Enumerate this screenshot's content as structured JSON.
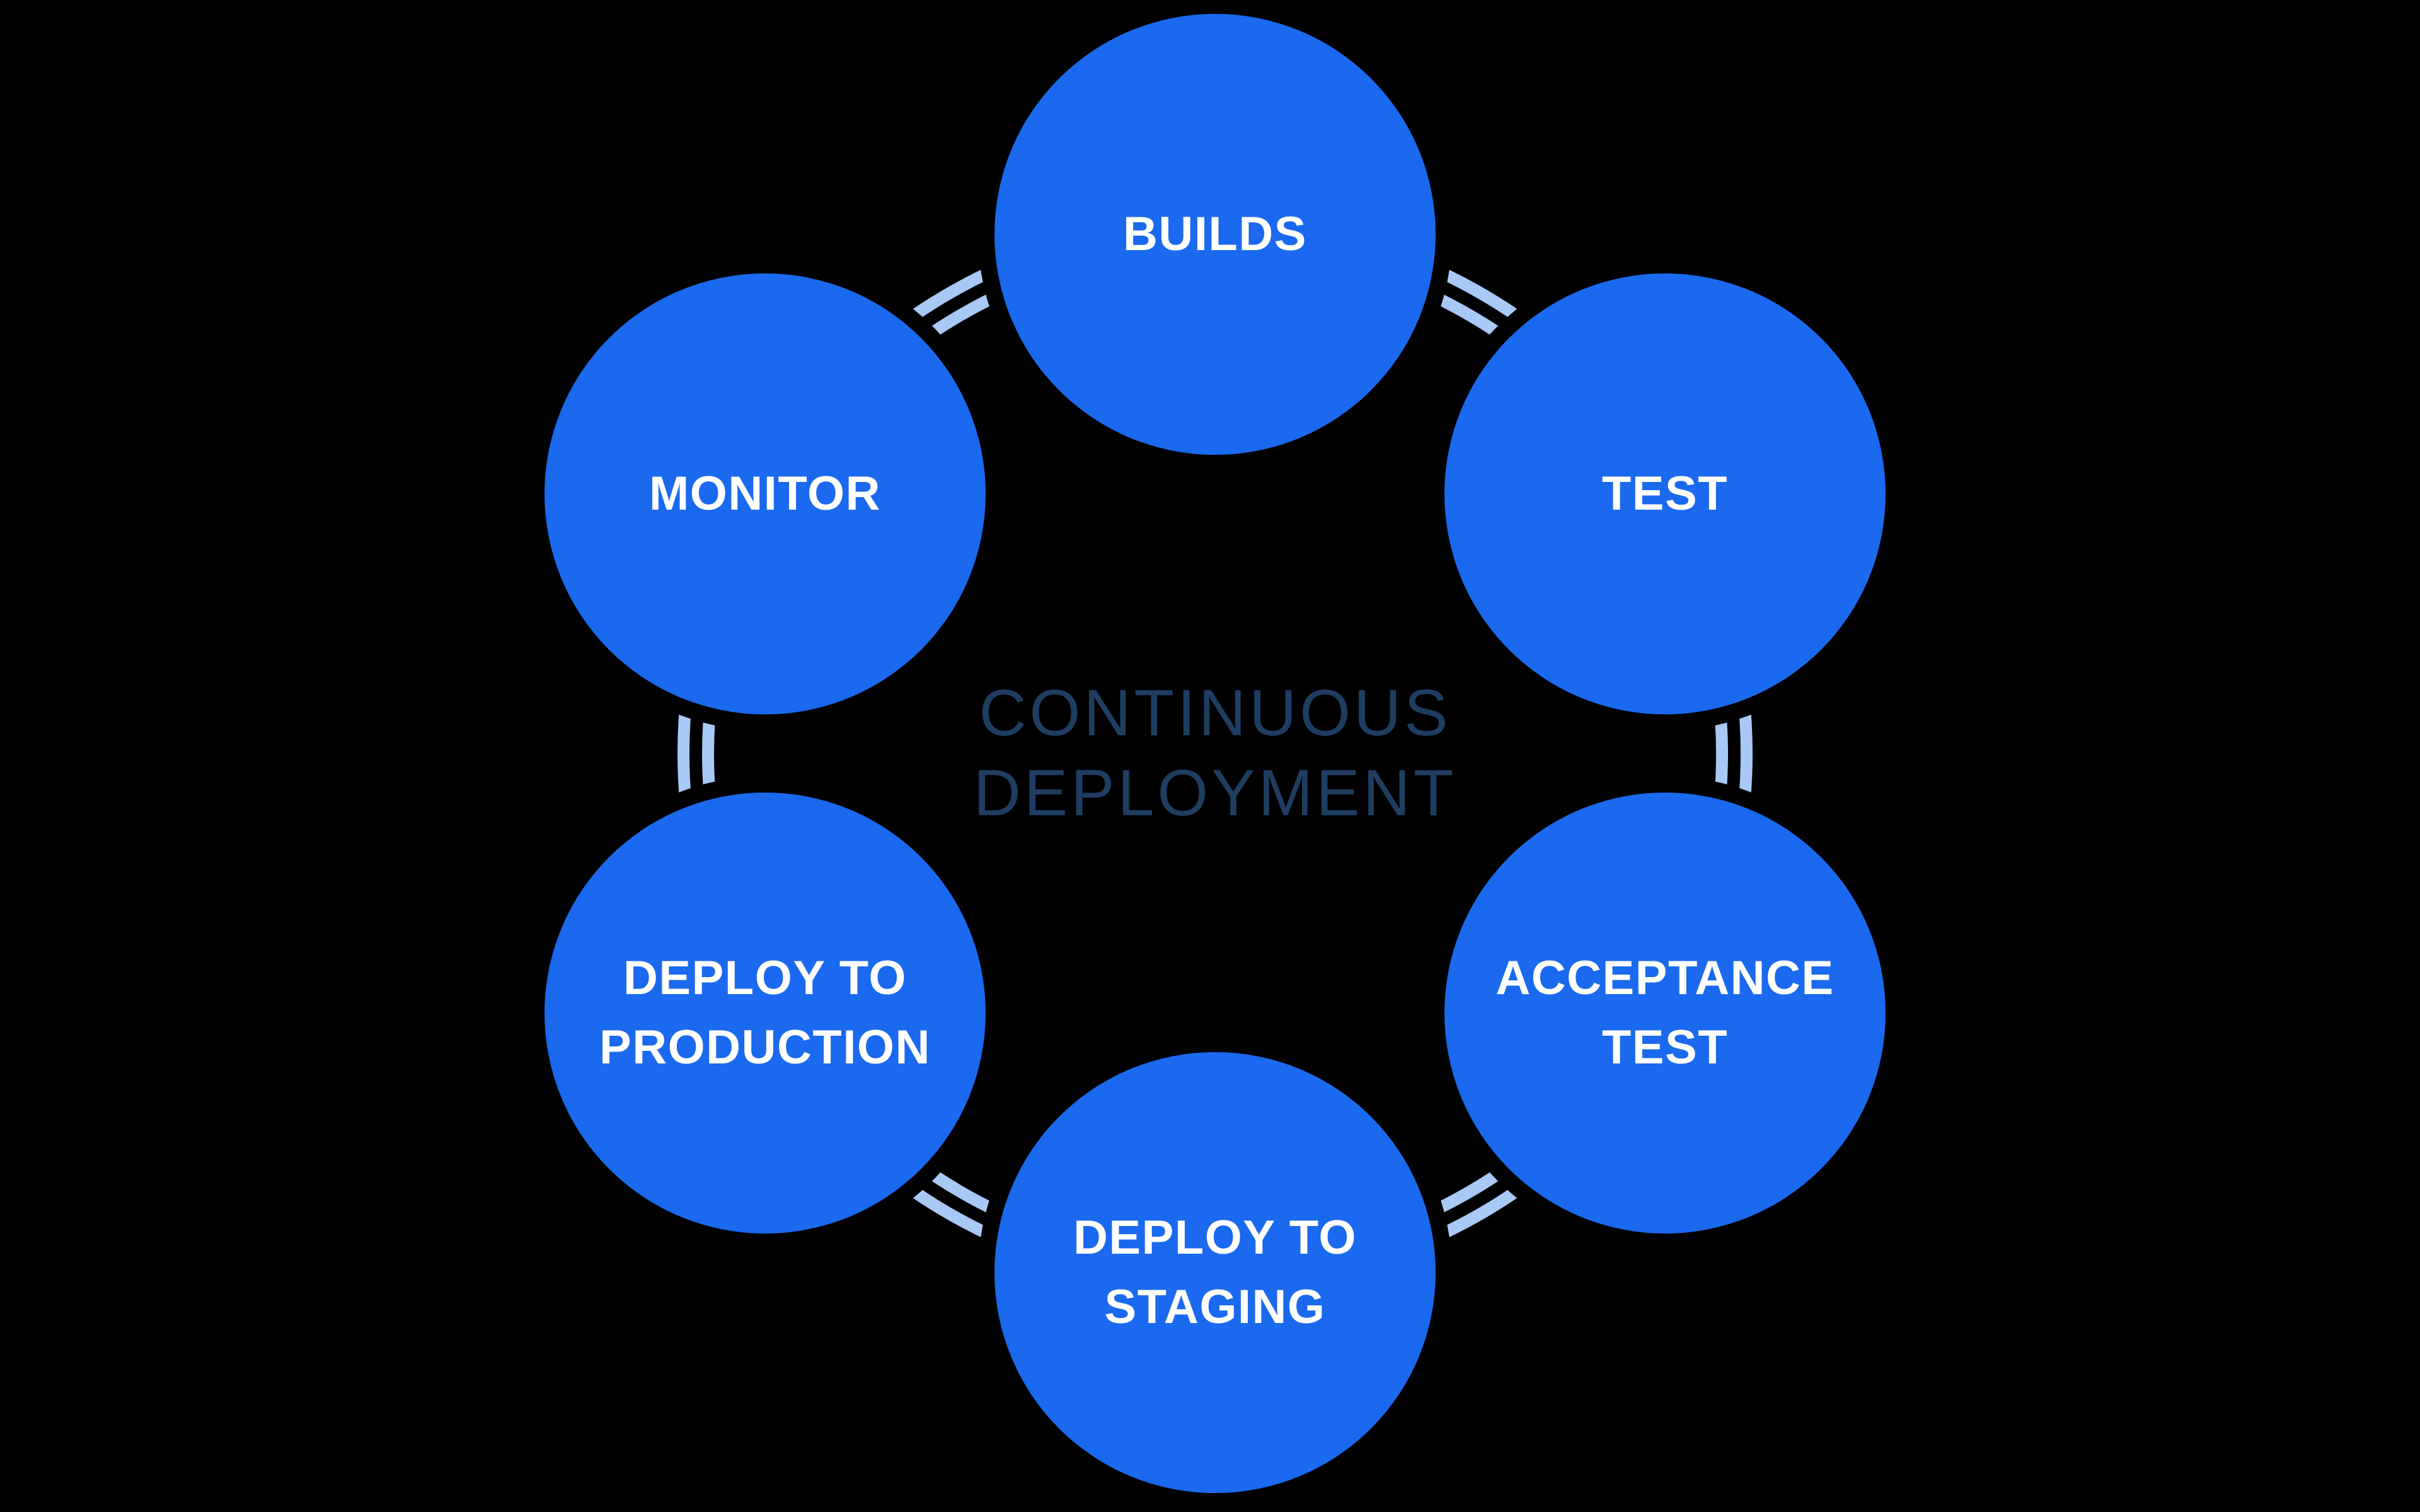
{
  "diagram": {
    "title": "CONTINUOUS\nDEPLOYMENT",
    "nodes": [
      {
        "id": "builds",
        "label": "BUILDS"
      },
      {
        "id": "test",
        "label": "TEST"
      },
      {
        "id": "acceptance-test",
        "label": "ACCEPTANCE\nTEST"
      },
      {
        "id": "deploy-to-staging",
        "label": "DEPLOY TO\nSTAGING"
      },
      {
        "id": "deploy-to-production",
        "label": "DEPLOY TO\nPRODUCTION"
      },
      {
        "id": "monitor",
        "label": "MONITOR"
      }
    ],
    "colors": {
      "background": "#000000",
      "node_fill": "#1a69ee",
      "ring": "#a8c9f6",
      "ring_divider": "#000000",
      "node_text": "#ffffff",
      "title_text": "#1f3d61"
    }
  }
}
